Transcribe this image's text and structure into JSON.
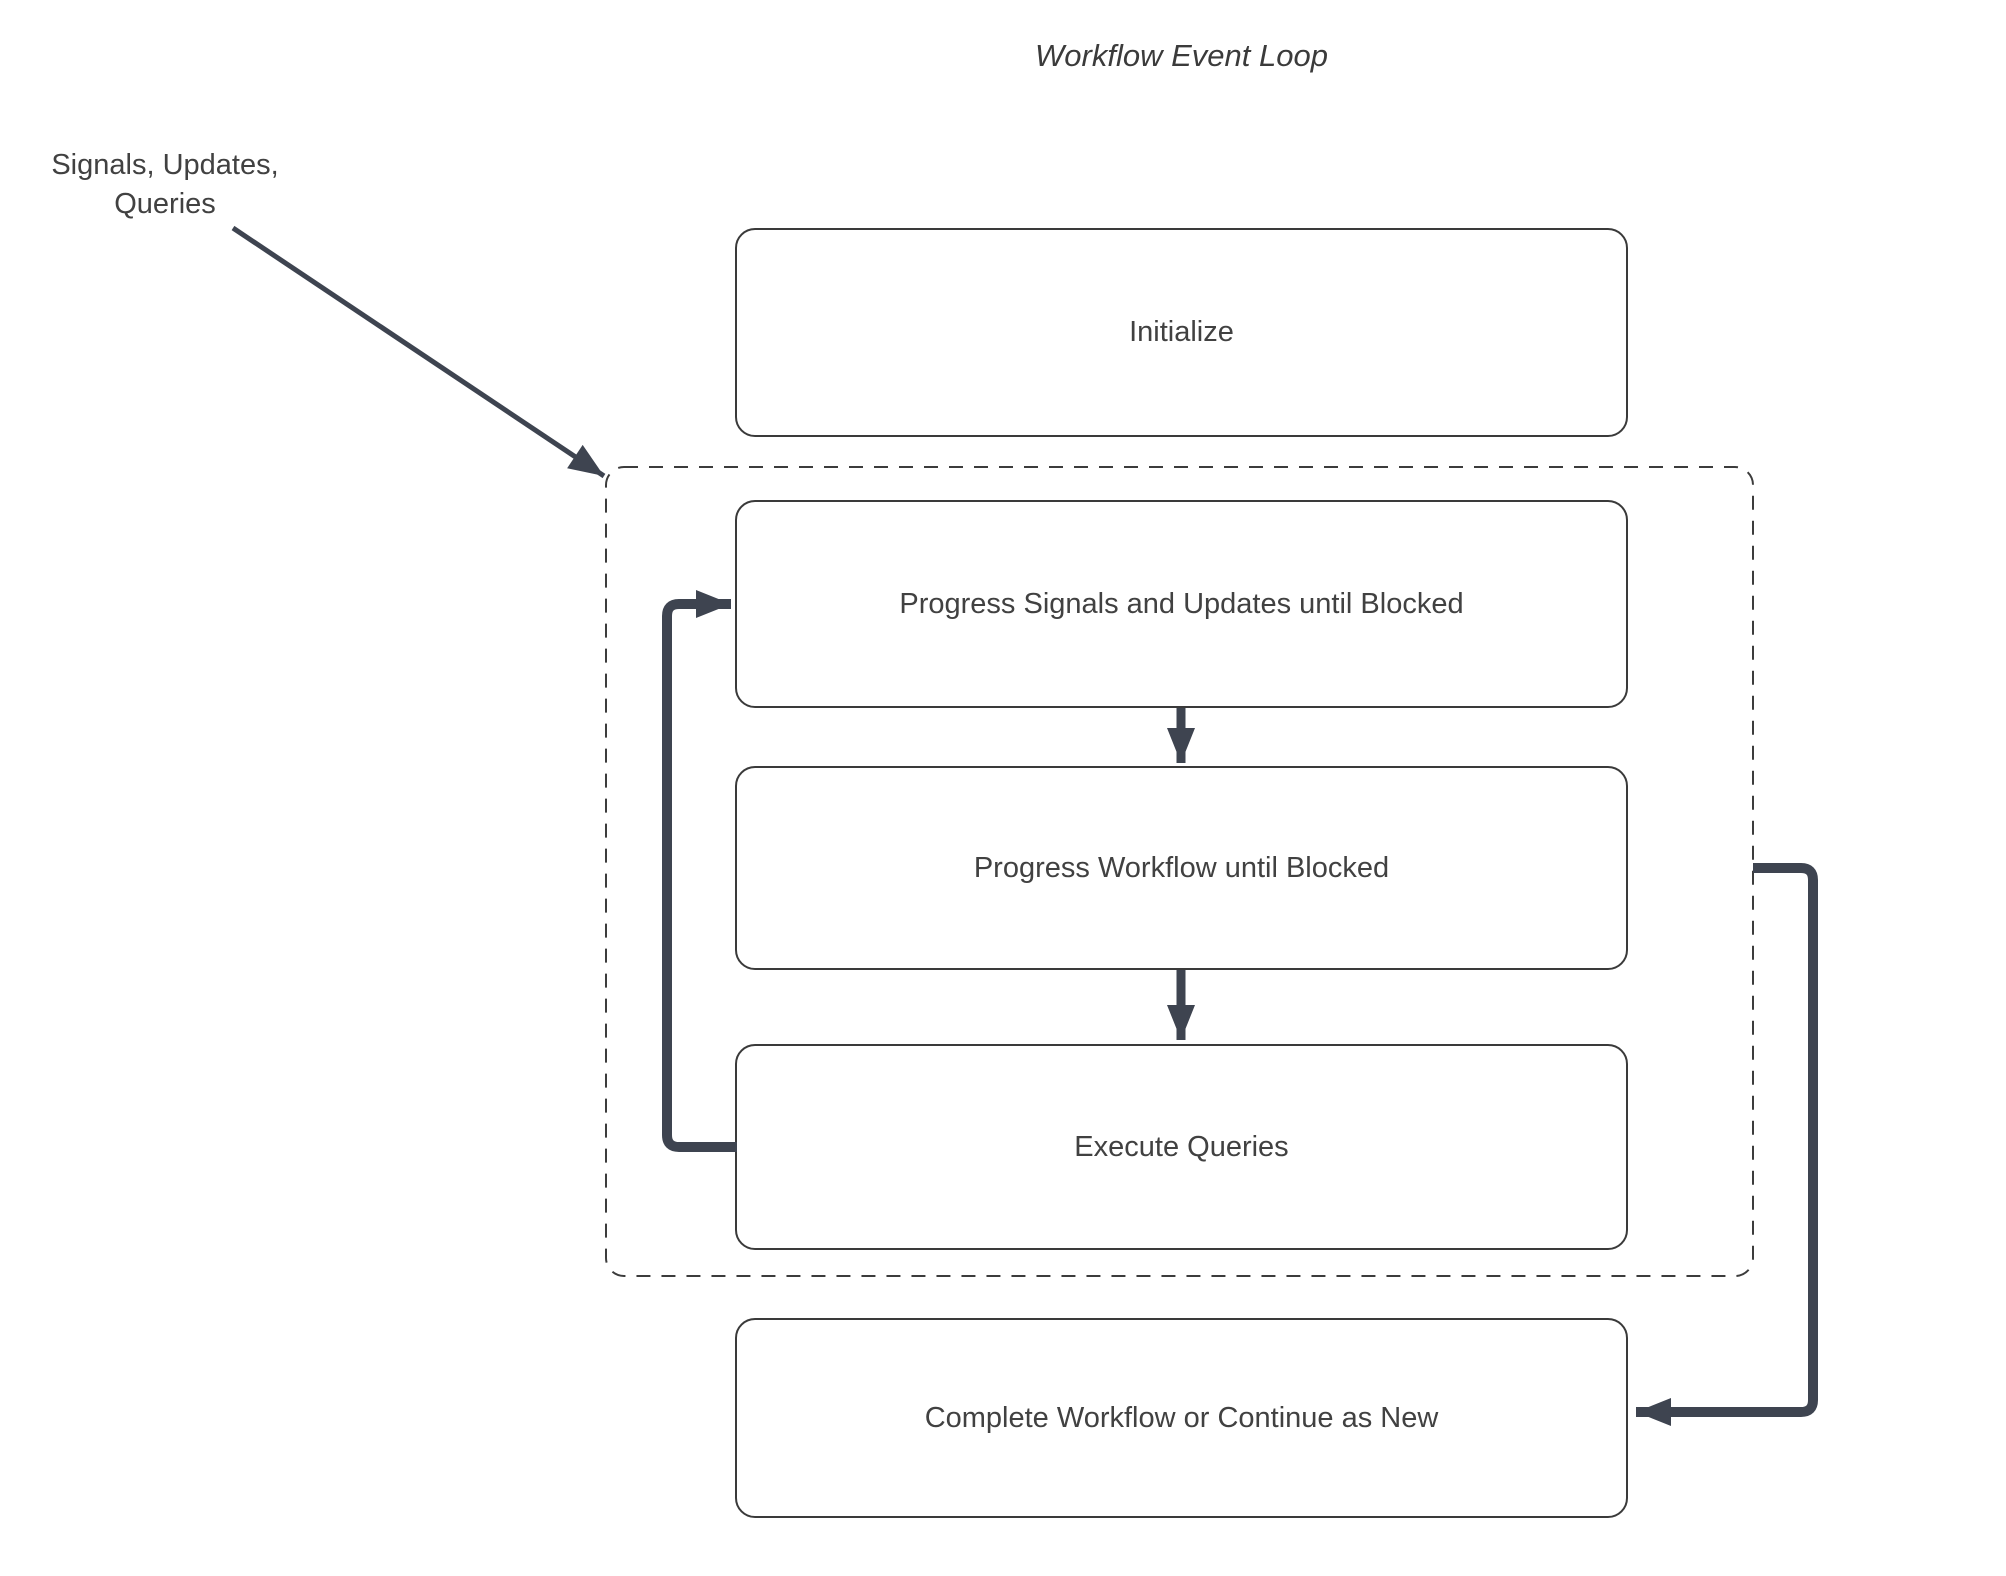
{
  "title": "Workflow Event Loop",
  "annotation": {
    "line1": "Signals, Updates,",
    "line2": "Queries"
  },
  "nodes": {
    "initialize": {
      "label": "Initialize"
    },
    "progress_signals": {
      "label": "Progress Signals and Updates until Blocked"
    },
    "progress_workflow": {
      "label": "Progress Workflow until Blocked"
    },
    "execute_queries": {
      "label": "Execute Queries"
    },
    "complete": {
      "label": "Complete Workflow or Continue as New"
    }
  },
  "colors": {
    "arrow": "#3E4450",
    "node_border": "#3A3A3A",
    "dashed_border": "#3C3C3C",
    "text": "#414141",
    "title": "#3B3B3B",
    "background": "#FFFFFF"
  }
}
